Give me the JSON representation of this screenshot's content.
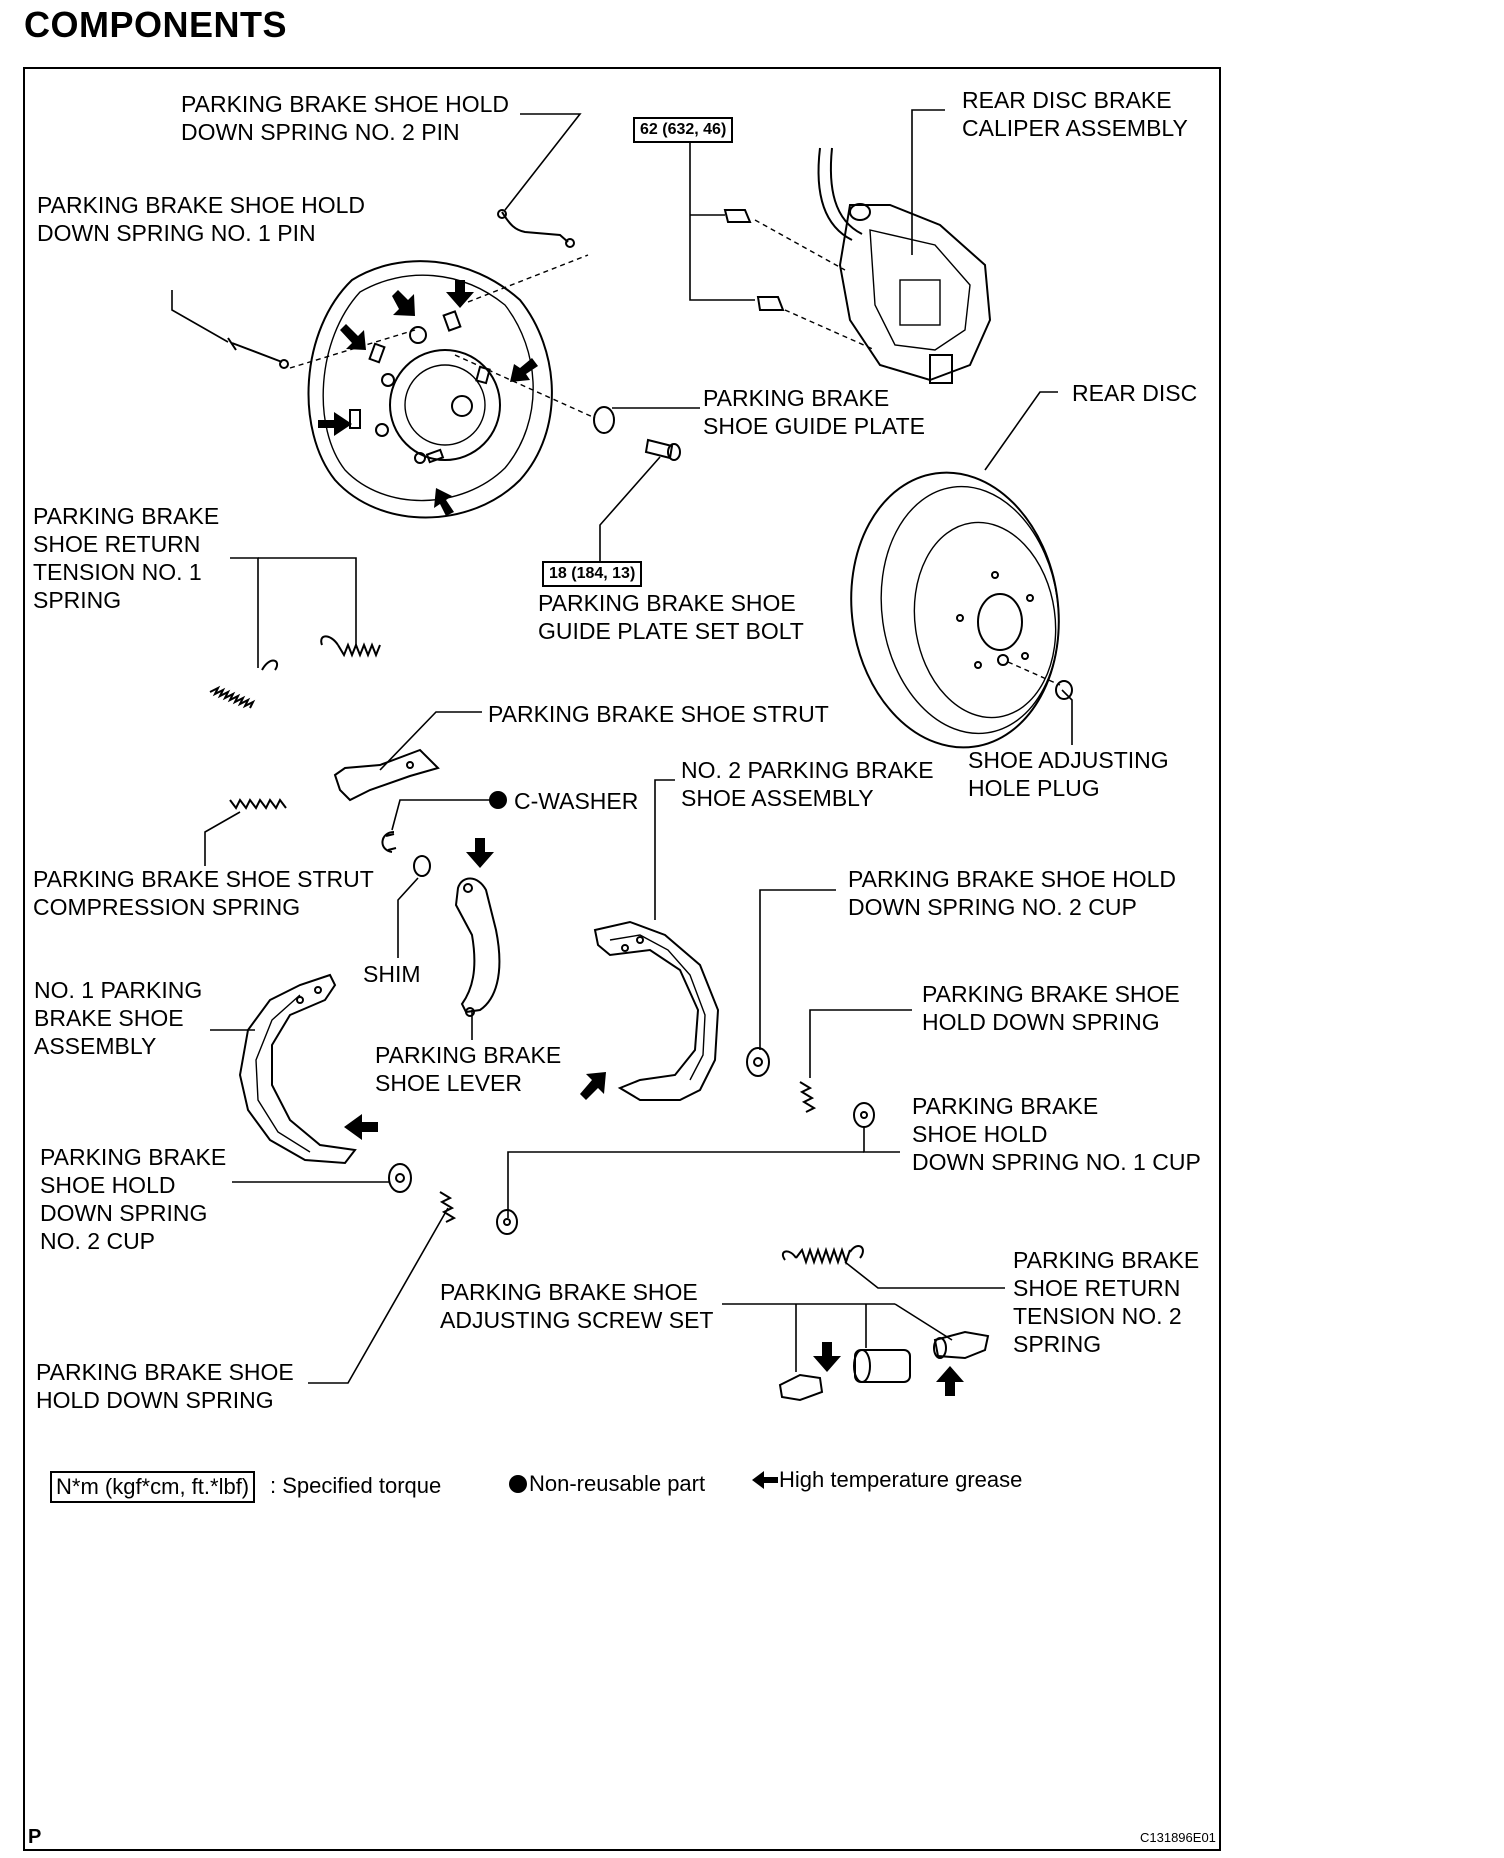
{
  "title": "COMPONENTS",
  "labels": {
    "hold_down_no2_pin": "PARKING BRAKE SHOE HOLD\nDOWN SPRING NO. 2 PIN",
    "hold_down_no1_pin": "PARKING BRAKE SHOE HOLD\nDOWN SPRING NO. 1 PIN",
    "caliper": "REAR DISC BRAKE\nCALIPER ASSEMBLY",
    "guide_plate": "PARKING BRAKE\nSHOE GUIDE PLATE",
    "rear_disc": "REAR DISC",
    "return_tension_no1": "PARKING BRAKE\nSHOE RETURN\nTENSION NO. 1\nSPRING",
    "guide_plate_bolt": "PARKING BRAKE SHOE\nGUIDE PLATE SET BOLT",
    "strut": "PARKING BRAKE SHOE STRUT",
    "adjusting_hole_plug": "SHOE ADJUSTING\nHOLE PLUG",
    "c_washer": "C-WASHER",
    "no2_shoe_assembly": "NO. 2 PARKING BRAKE\nSHOE ASSEMBLY",
    "strut_compression_spring": "PARKING BRAKE SHOE STRUT\nCOMPRESSION SPRING",
    "hold_down_no2_cup_right": "PARKING BRAKE SHOE HOLD\nDOWN SPRING NO. 2 CUP",
    "shim": "SHIM",
    "no1_shoe_assembly": "NO. 1 PARKING\nBRAKE SHOE\nASSEMBLY",
    "hold_down_spring_right": "PARKING BRAKE SHOE\nHOLD DOWN SPRING",
    "shoe_lever": "PARKING BRAKE\nSHOE LEVER",
    "hold_down_no1_cup": "PARKING BRAKE\nSHOE HOLD\nDOWN SPRING NO. 1 CUP",
    "hold_down_no2_cup_left": "PARKING BRAKE\nSHOE HOLD\nDOWN SPRING\nNO. 2 CUP",
    "return_tension_no2": "PARKING BRAKE\nSHOE RETURN\nTENSION NO. 2\nSPRING",
    "adjusting_screw_set": "PARKING BRAKE SHOE\nADJUSTING SCREW SET",
    "hold_down_spring_left": "PARKING BRAKE SHOE\nHOLD DOWN SPRING"
  },
  "torques": {
    "caliper_bolt": "62 (632, 46)",
    "guide_plate_bolt": "18 (184, 13)"
  },
  "legend": {
    "torque_box": "N*m (kgf*cm, ft.*lbf)",
    "torque_text": ": Specified torque",
    "non_reusable": "Non-reusable part",
    "grease": "High temperature grease"
  },
  "footer": {
    "left": "P",
    "code": "C131896E01"
  }
}
